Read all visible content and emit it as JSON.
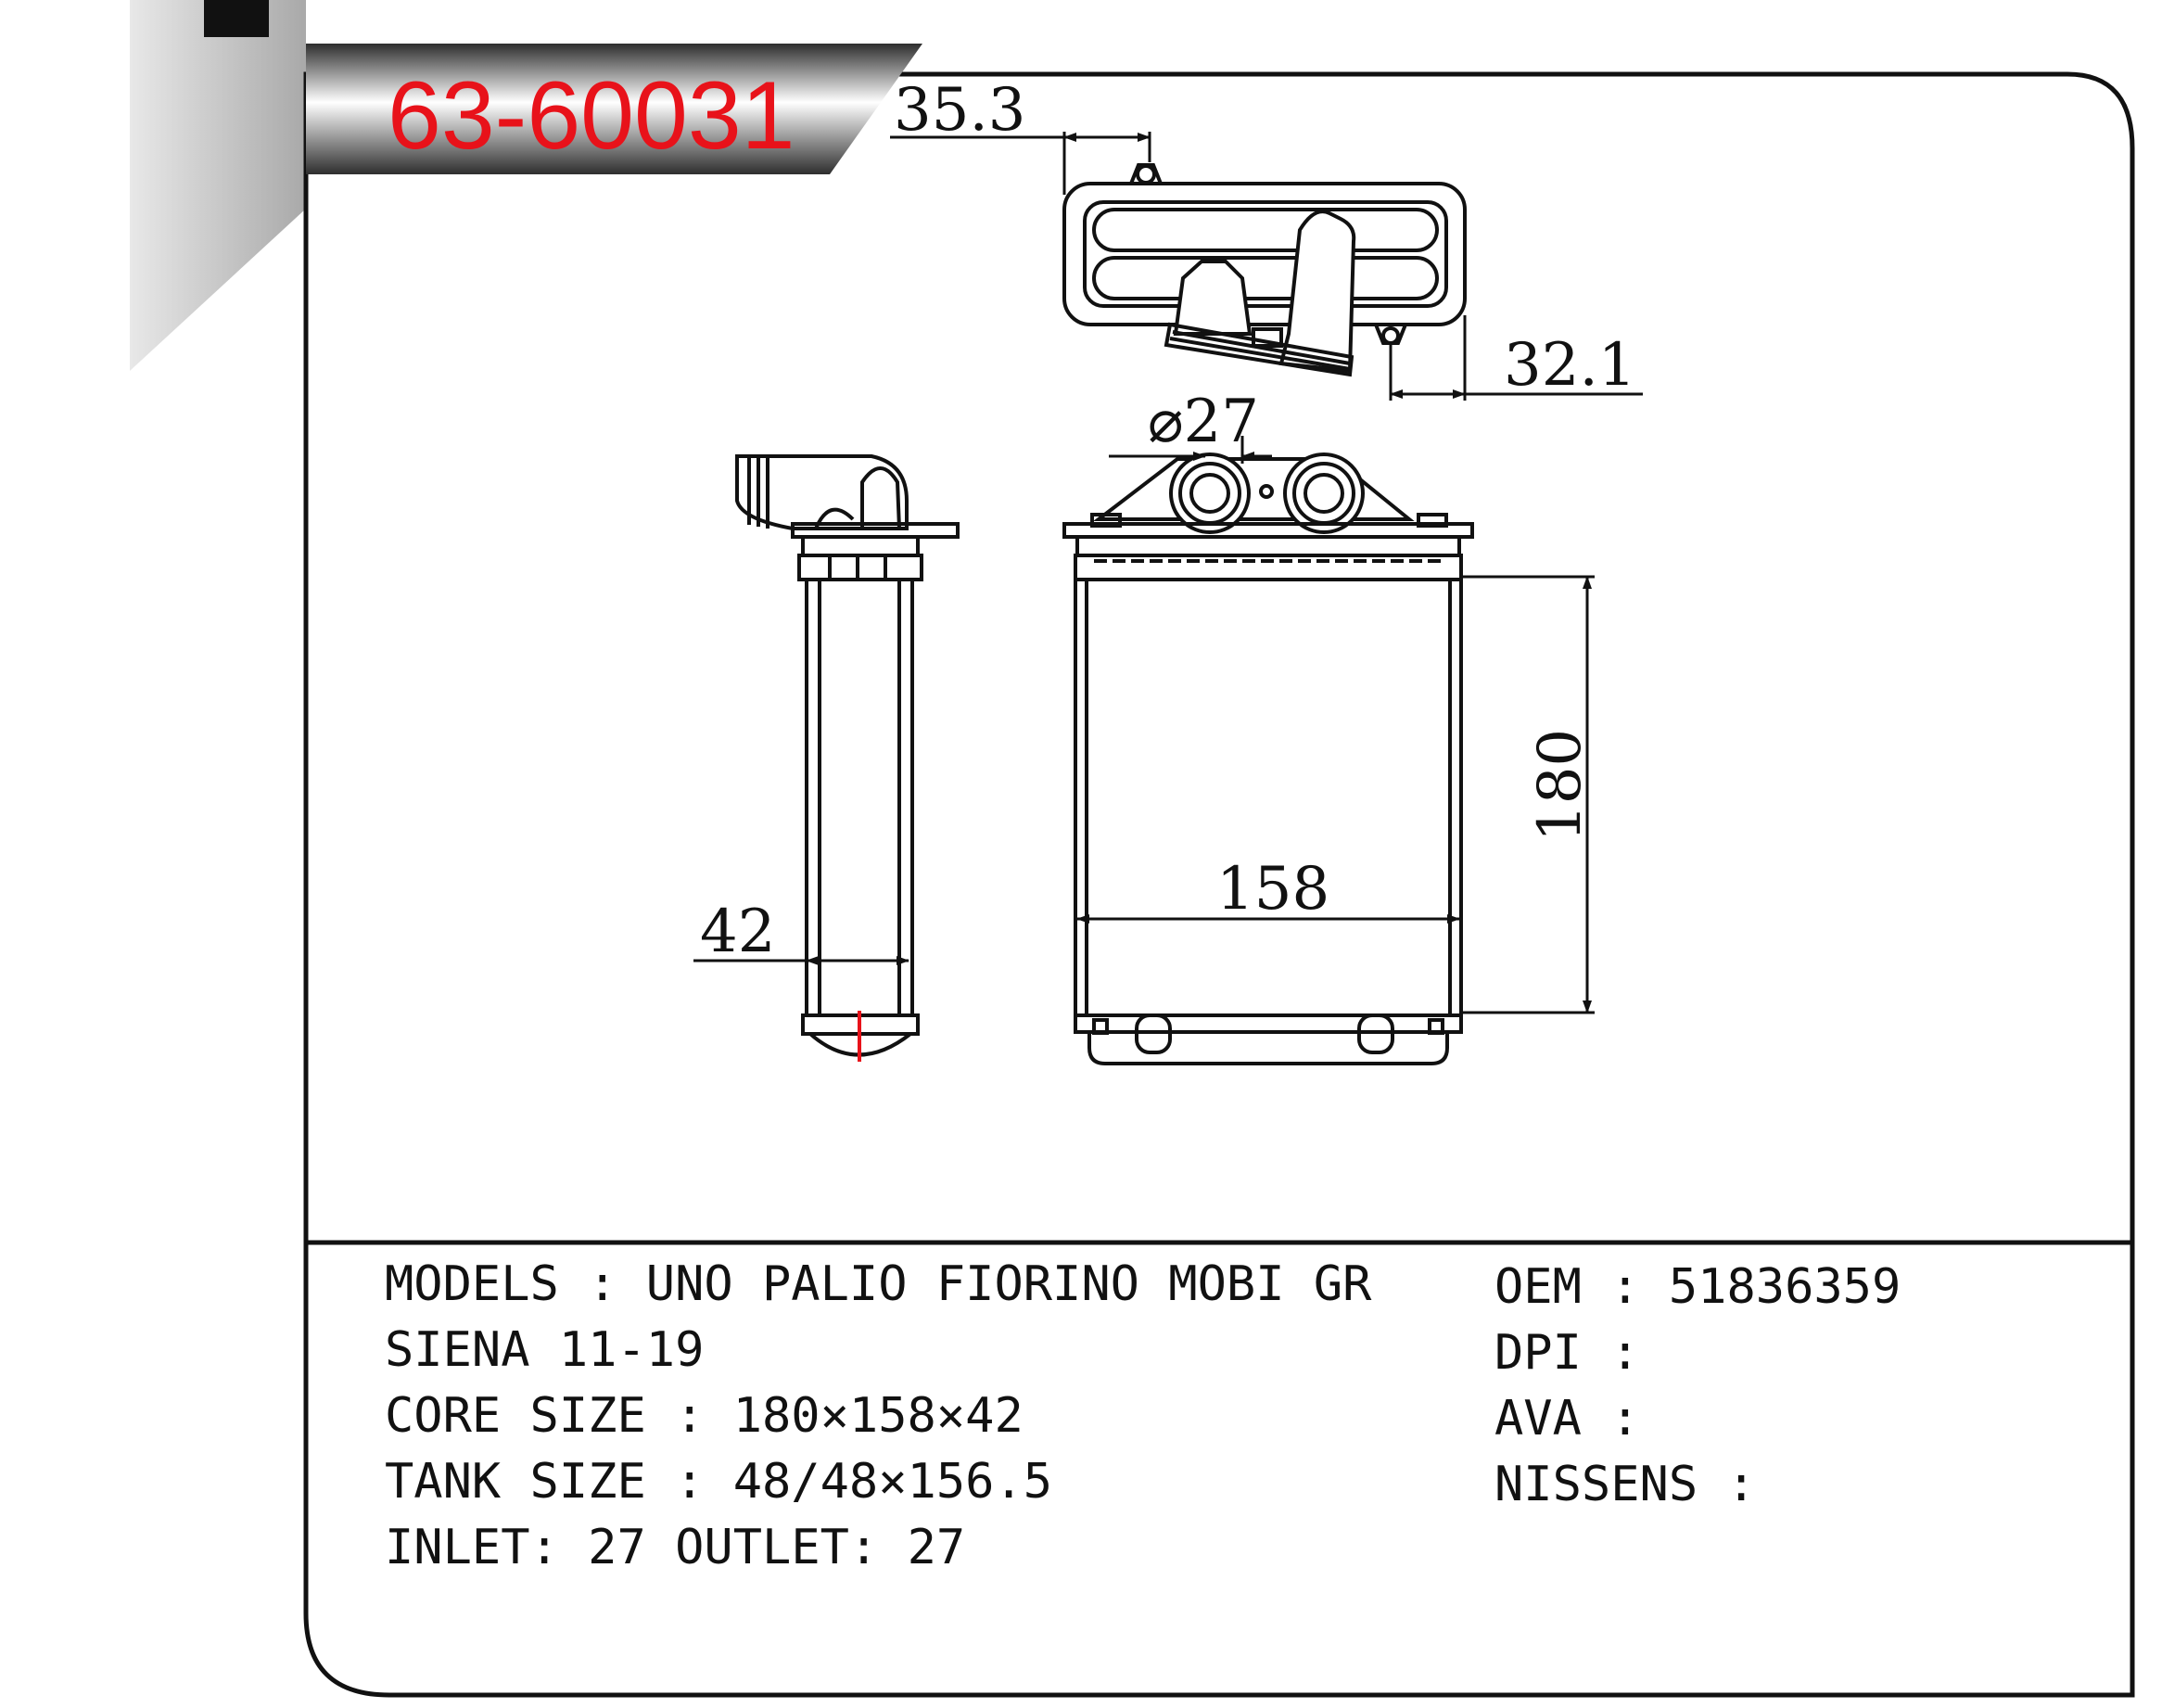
{
  "colors": {
    "part_number": "#e8121a",
    "ink": "#111111",
    "banner_dark": "#3a3a3a",
    "banner_light": "#ffffff",
    "wedge": "#bdbdbd",
    "center_mark": "#e8121a"
  },
  "header": {
    "part_number": "63-60031"
  },
  "dimensions": {
    "depth_top": "35.3",
    "offset_right": "32.1",
    "pipe_diameter": "⌀27",
    "core_height": "180",
    "core_width": "158",
    "core_thickness": "42"
  },
  "specs": {
    "models_label": "MODELS",
    "models_value_line1": "UNO PALIO FIORINO MOBI GR",
    "models_value_line2": "SIENA 11-19",
    "core_size_label": "CORE SIZE",
    "core_size_value": "180×158×42",
    "tank_size_label": "TANK SIZE",
    "tank_size_value": "48/48×156.5",
    "inlet_label": "INLET",
    "inlet_value": "27",
    "outlet_label": "OUTLET",
    "outlet_value": "27",
    "oem_label": "OEM",
    "oem_value": "51836359",
    "dpi_label": "DPI",
    "dpi_value": "",
    "ava_label": "AVA",
    "ava_value": "",
    "nissens_label": "NISSENS",
    "nissens_value": ""
  }
}
